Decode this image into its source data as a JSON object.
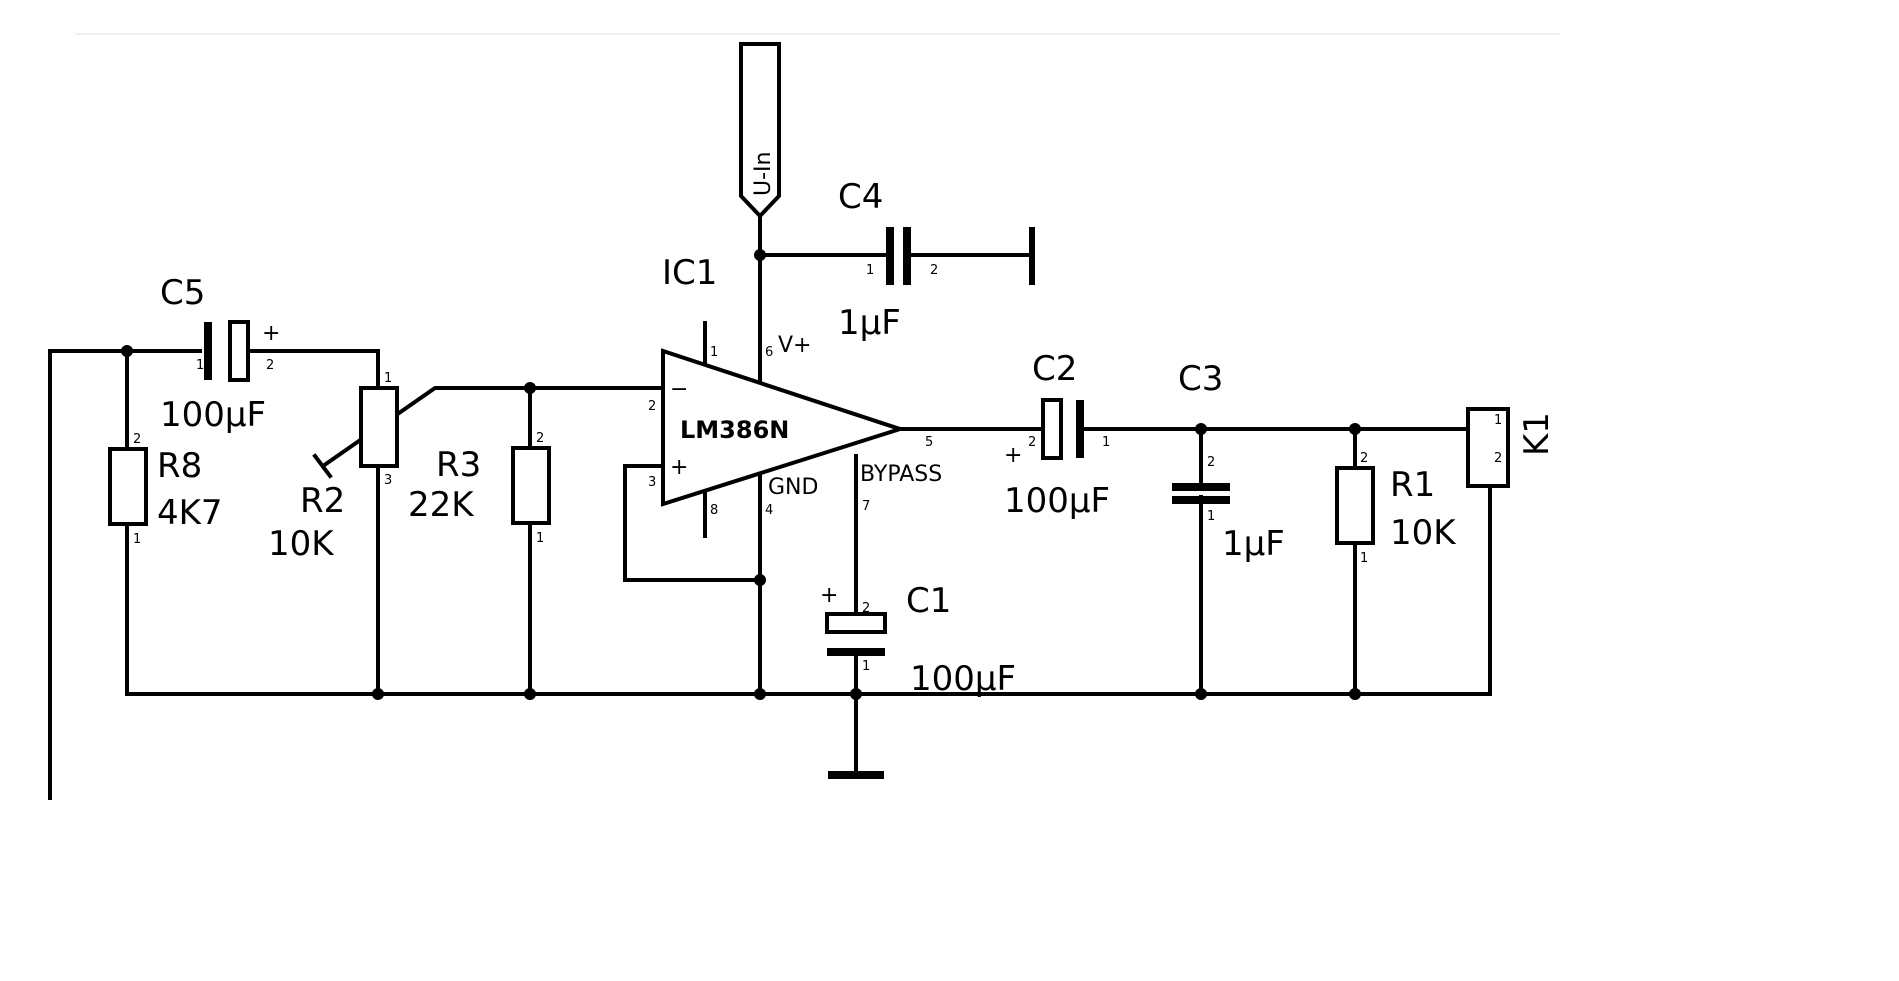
{
  "ic": {
    "ref": "IC1",
    "part": "LM386N",
    "pin1": "1",
    "pin2": "2",
    "pin3": "3",
    "pin4": "4",
    "pin5": "5",
    "pin6": "6",
    "pin7": "7",
    "pin8": "8",
    "minus": "−",
    "plus": "+",
    "vplus": "V+",
    "gnd": "GND",
    "bypass": "BYPASS"
  },
  "input": {
    "label": "U-In"
  },
  "c4": {
    "ref": "C4",
    "value": "1µF",
    "pin1": "1",
    "pin2": "2"
  },
  "c5": {
    "ref": "C5",
    "value": "100µF",
    "pin1": "1",
    "pin2": "2",
    "polarity": "+"
  },
  "r8": {
    "ref": "R8",
    "value": "4K7",
    "pin1": "1",
    "pin2": "2"
  },
  "r2": {
    "ref": "R2",
    "value": "10K",
    "pin1": "1",
    "pin3": "3"
  },
  "r3": {
    "ref": "R3",
    "value": "22K",
    "pin1": "1",
    "pin2": "2"
  },
  "c2": {
    "ref": "C2",
    "value": "100µF",
    "pin1": "1",
    "pin2": "2",
    "polarity": "+"
  },
  "c3": {
    "ref": "C3",
    "value": "1µF",
    "pin1": "1",
    "pin2": "2"
  },
  "r1": {
    "ref": "R1",
    "value": "10K",
    "pin1": "1",
    "pin2": "2"
  },
  "c1": {
    "ref": "C1",
    "value": "100µF",
    "pin1": "1",
    "pin2": "2",
    "polarity": "+"
  },
  "k1": {
    "ref": "K1",
    "pin1": "1",
    "pin2": "2"
  }
}
